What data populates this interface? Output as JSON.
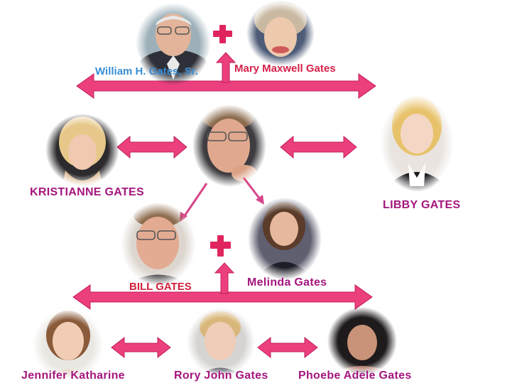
{
  "colors": {
    "arrow": "#ec3f7e",
    "arrow_edge": "#c01d5b",
    "plus": "#e0245e",
    "down_arrow": "#d6458a",
    "blue_label": "#3a8fd6",
    "red_label": "#d5204a",
    "purple_label": "#a4167e"
  },
  "people": {
    "william_sr": {
      "label": "William H. Gates, Sr."
    },
    "mary": {
      "label": "Mary Maxwell Gates"
    },
    "kristianne": {
      "label": "KRISTIANNE GATES"
    },
    "libby": {
      "label": "LIBBY GATES"
    },
    "bill": {
      "label": "BILL GATES"
    },
    "melinda": {
      "label": "Melinda Gates"
    },
    "jennifer": {
      "label": "Jennifer Katharine"
    },
    "rory": {
      "label": "Rory John Gates"
    },
    "phoebe": {
      "label": "Phoebe Adele Gates"
    }
  },
  "icons": {
    "portrait": "person-portrait-icon",
    "plus": "plus-icon",
    "arrow": "double-arrow-icon"
  }
}
